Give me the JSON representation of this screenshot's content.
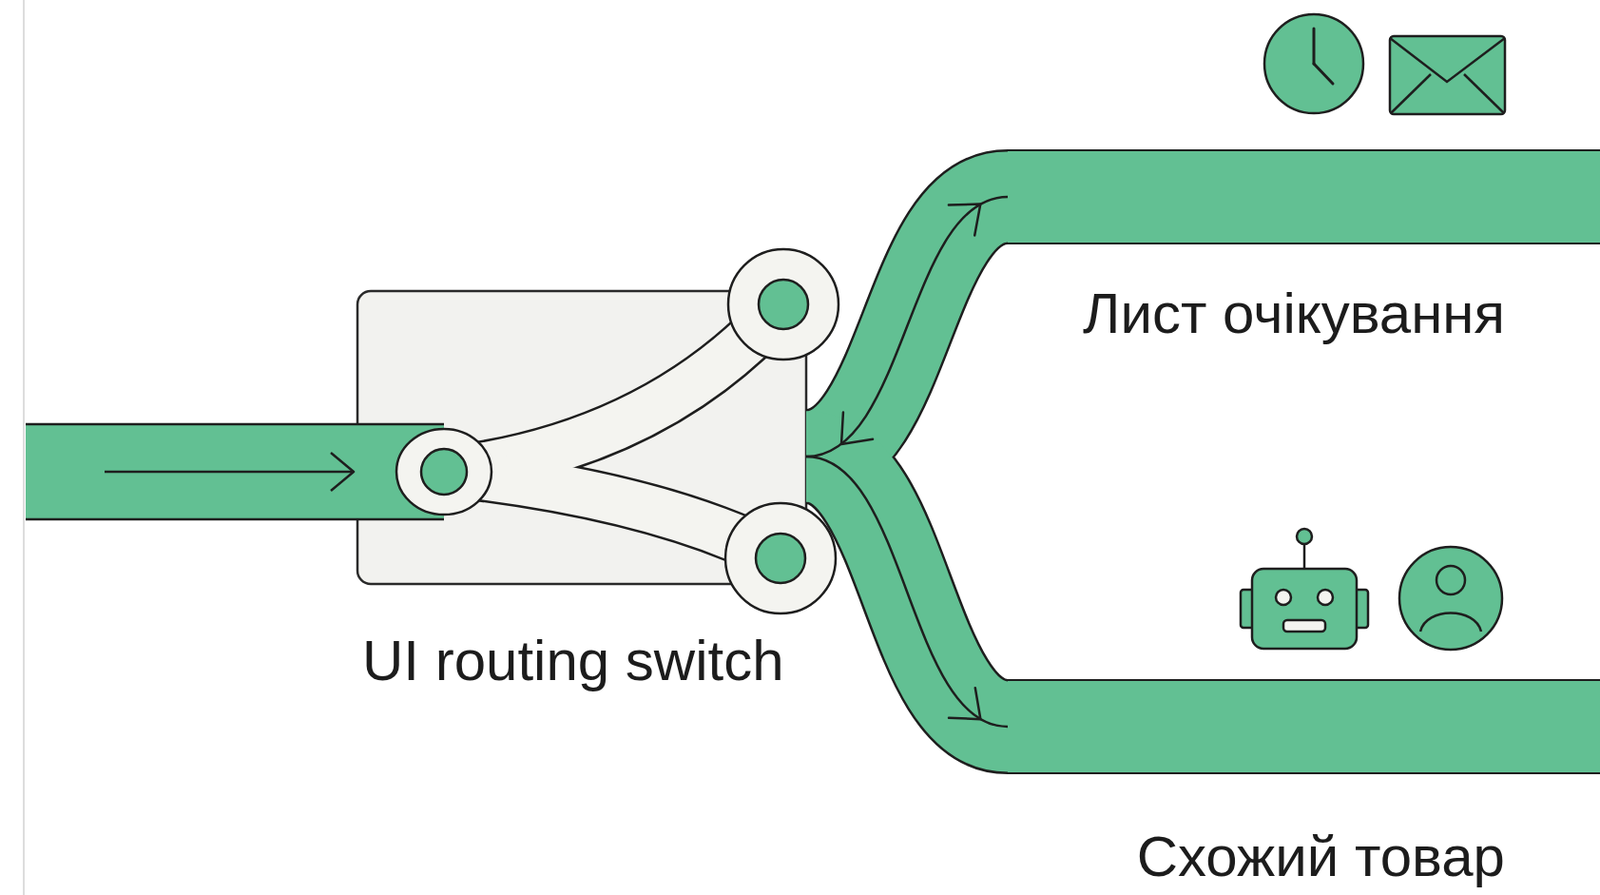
{
  "diagram": {
    "nodes": [
      {
        "text": [
          "UI routing switch"
        ]
      },
      {
        "text": [
          "Лист очікування"
        ]
      },
      {
        "text": [
          "Схожий товар"
        ]
      }
    ],
    "edges": [
      {
        "from": 0,
        "to": 1,
        "arrow": "both"
      },
      {
        "from": 0,
        "to": 2,
        "arrow": "to"
      }
    ]
  }
}
